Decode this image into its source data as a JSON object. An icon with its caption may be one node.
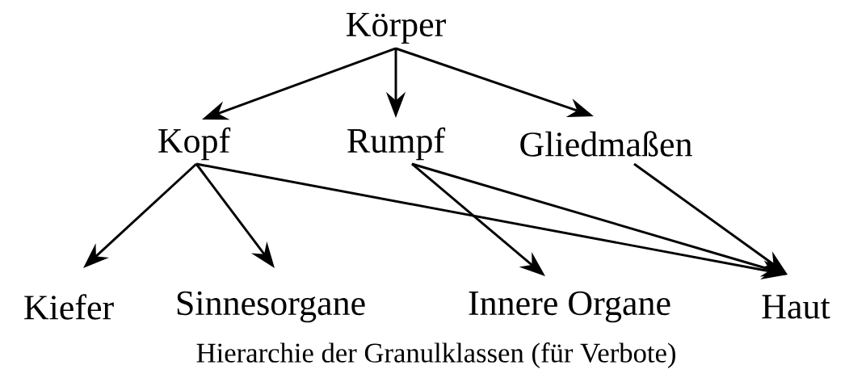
{
  "diagram": {
    "caption": "Hierarchie der Granulklassen (für Verbote)",
    "nodes": [
      {
        "text": [
          "Körper"
        ]
      },
      {
        "text": [
          "Kopf"
        ]
      },
      {
        "text": [
          "Rumpf"
        ]
      },
      {
        "text": [
          "Gliedmaßen"
        ]
      },
      {
        "text": [
          "Kiefer"
        ]
      },
      {
        "text": [
          "Sinnesorgane"
        ]
      },
      {
        "text": [
          "Innere Organe"
        ]
      },
      {
        "text": [
          "Haut"
        ]
      }
    ],
    "edges": [
      {
        "from": 0,
        "to": 1,
        "arrow": "to"
      },
      {
        "from": 0,
        "to": 2,
        "arrow": "to"
      },
      {
        "from": 0,
        "to": 3,
        "arrow": "to"
      },
      {
        "from": 1,
        "to": 4,
        "arrow": "to"
      },
      {
        "from": 1,
        "to": 5,
        "arrow": "to"
      },
      {
        "from": 1,
        "to": 7,
        "arrow": "to"
      },
      {
        "from": 2,
        "to": 6,
        "arrow": "to"
      },
      {
        "from": 2,
        "to": 7,
        "arrow": "to"
      },
      {
        "from": 3,
        "to": 7,
        "arrow": "to"
      }
    ]
  }
}
